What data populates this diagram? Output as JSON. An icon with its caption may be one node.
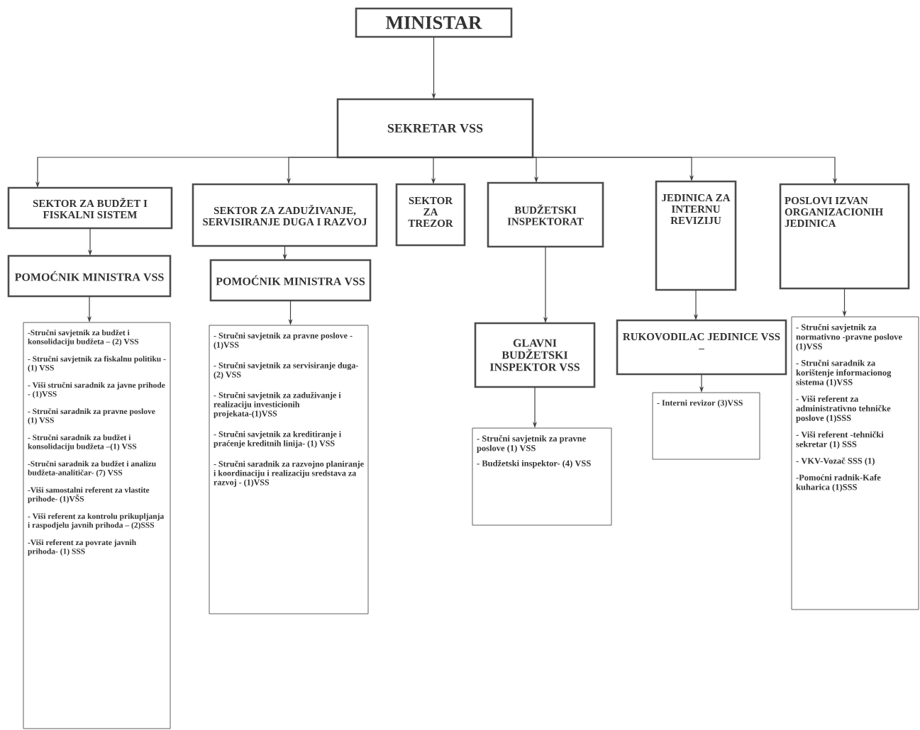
{
  "diagram": {
    "nodes": [
      {
        "text": [
          "MINISTAR"
        ]
      },
      {
        "text": [
          "SEKRETAR VSS"
        ]
      },
      {
        "text": [
          "SEKTOR ZA BUDŽET I FISKALNI SISTEM"
        ]
      },
      {
        "text": [
          "SEKTOR ZA ZADUŽIVANJE, SERVISIRANJE DUGA I RAZVOJ"
        ]
      },
      {
        "text": [
          "SEKTOR ZA TREZOR"
        ]
      },
      {
        "text": [
          "BUDŽETSKI INSPEKTORAT"
        ]
      },
      {
        "text": [
          "JEDINICA ZA INTERNU REVIZIJU"
        ]
      },
      {
        "text": [
          "POSLOVI IZVAN ORGANIZACIONIH JEDINICA"
        ]
      },
      {
        "text": [
          "POMOĆNIK MINISTRA VSS"
        ]
      },
      {
        "text": [
          "POMOĆNIK MINISTRA VSS"
        ]
      },
      {
        "text": [
          "-Stručni savjetnik za budžet i konsolidaciju budžeta – (2) VSS",
          "- Stručni savjetnik za fiskalnu politiku - (1) VSS",
          "- Viši stručni saradnik za javne prihode - (1)VSS",
          "- Stručni saradnik za pravne poslove (1) VSS",
          "- Stručni saradnik za budžet i konsolidaciju budžeta –(1) VSS",
          "-Stručni saradnik za budžet i analizu budžeta-analitičar- (7) VSS",
          "-Viši samostalni referent za vlastite prihode- (1)VŠS",
          "- Viši referent za kontrolu prikupljanja i raspodjelu javnih prihoda – (2)SSS",
          "-Viši referent za povrate javnih prihoda- (1) SSS"
        ]
      },
      {
        "text": [
          "- Stručni savjetnik za pravne poslove - (1)VSS",
          "- Stručni savjetnik za servisiranje duga- (2) VSS",
          "- Stručni savjetnik za zaduživanje i realizaciju investicionih projekata-(1)VSS",
          "- Stručni savjetnik za kreditiranje i praćenje kreditnih linija- (1) VSS",
          "- Stručni saradnik za razvojno planiranje i koordinaciju i realizaciju sredstava za razvoj - (1)VSS"
        ]
      },
      {
        "text": [
          "GLAVNI BUDŽETSKI INSPEKTOR VSS"
        ]
      },
      {
        "text": [
          "RUKOVODILAC JEDINICE VSS –"
        ]
      },
      {
        "text": [
          "- Stručni savjetnik za pravne poslove (1) VSS",
          "- Budžetski inspektor- (4) VSS"
        ]
      },
      {
        "text": [
          "- Interni revizor (3)VSS"
        ]
      },
      {
        "text": [
          "- Stručni savjetnik za normativno -pravne poslove (1)VSS",
          "- Stručni saradnik za korištenje informacionog sistema (1)VSS",
          "- Viši referent za administrativno tehničke poslove (1)SSS",
          "- Viši referent -tehnički sekretar (1) SSS",
          "- VKV-Vozač SSS (1)",
          "-Pomoćni radnik-Kafe kuharica (1)SSS"
        ]
      }
    ],
    "edges": [
      {
        "from": 0,
        "to": 1,
        "arrow": "to"
      },
      {
        "from": 1,
        "to": 2,
        "arrow": "to"
      },
      {
        "from": 1,
        "to": 3,
        "arrow": "to"
      },
      {
        "from": 1,
        "to": 4,
        "arrow": "to"
      },
      {
        "from": 1,
        "to": 5,
        "arrow": "to"
      },
      {
        "from": 1,
        "to": 6,
        "arrow": "to"
      },
      {
        "from": 1,
        "to": 7,
        "arrow": "to"
      },
      {
        "from": 2,
        "to": 8,
        "arrow": "to"
      },
      {
        "from": 3,
        "to": 9,
        "arrow": "to"
      },
      {
        "from": 8,
        "to": 10,
        "arrow": "to"
      },
      {
        "from": 9,
        "to": 11,
        "arrow": "to"
      },
      {
        "from": 5,
        "to": 12,
        "arrow": "to"
      },
      {
        "from": 6,
        "to": 13,
        "arrow": "to"
      },
      {
        "from": 7,
        "to": 16,
        "arrow": "to"
      },
      {
        "from": 12,
        "to": 14,
        "arrow": "to"
      },
      {
        "from": 13,
        "to": 15,
        "arrow": "to"
      }
    ]
  }
}
